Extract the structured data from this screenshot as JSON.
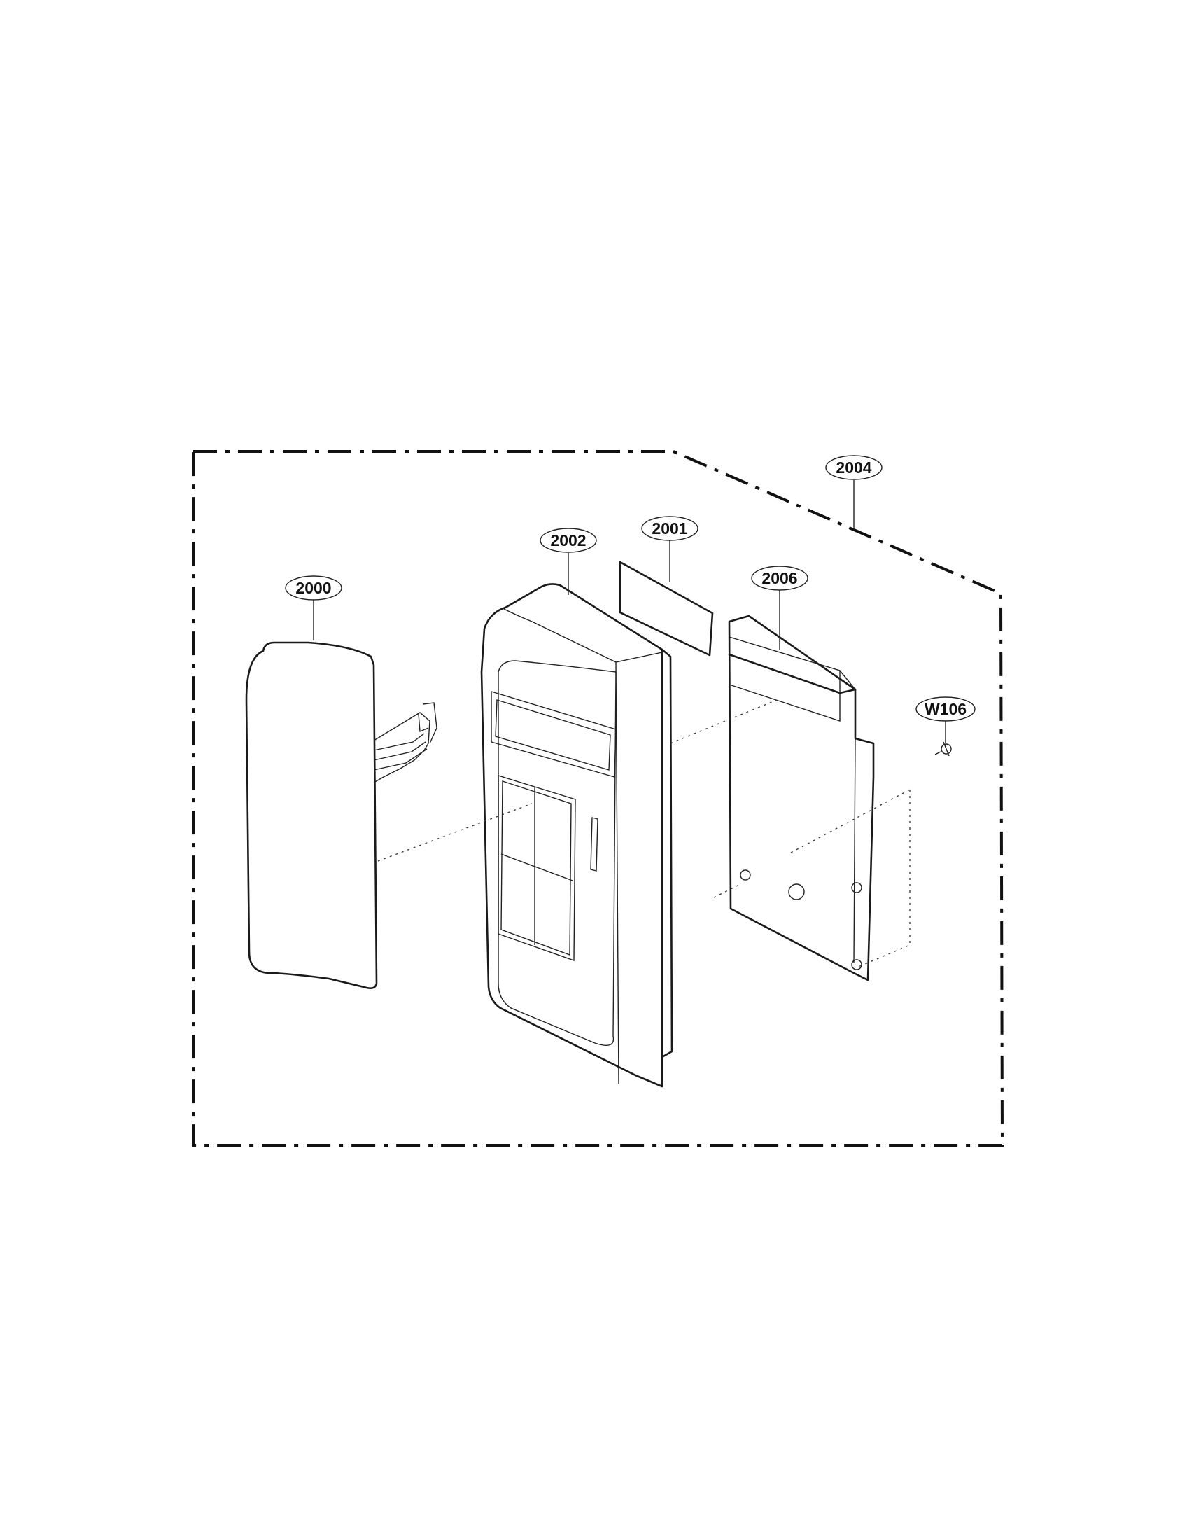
{
  "diagram": {
    "callouts": [
      {
        "id": "c2004",
        "label": "2004"
      },
      {
        "id": "c2002",
        "label": "2002"
      },
      {
        "id": "c2001",
        "label": "2001"
      },
      {
        "id": "c2006",
        "label": "2006"
      },
      {
        "id": "c2000",
        "label": "2000"
      },
      {
        "id": "cW106",
        "label": "W106"
      }
    ]
  }
}
